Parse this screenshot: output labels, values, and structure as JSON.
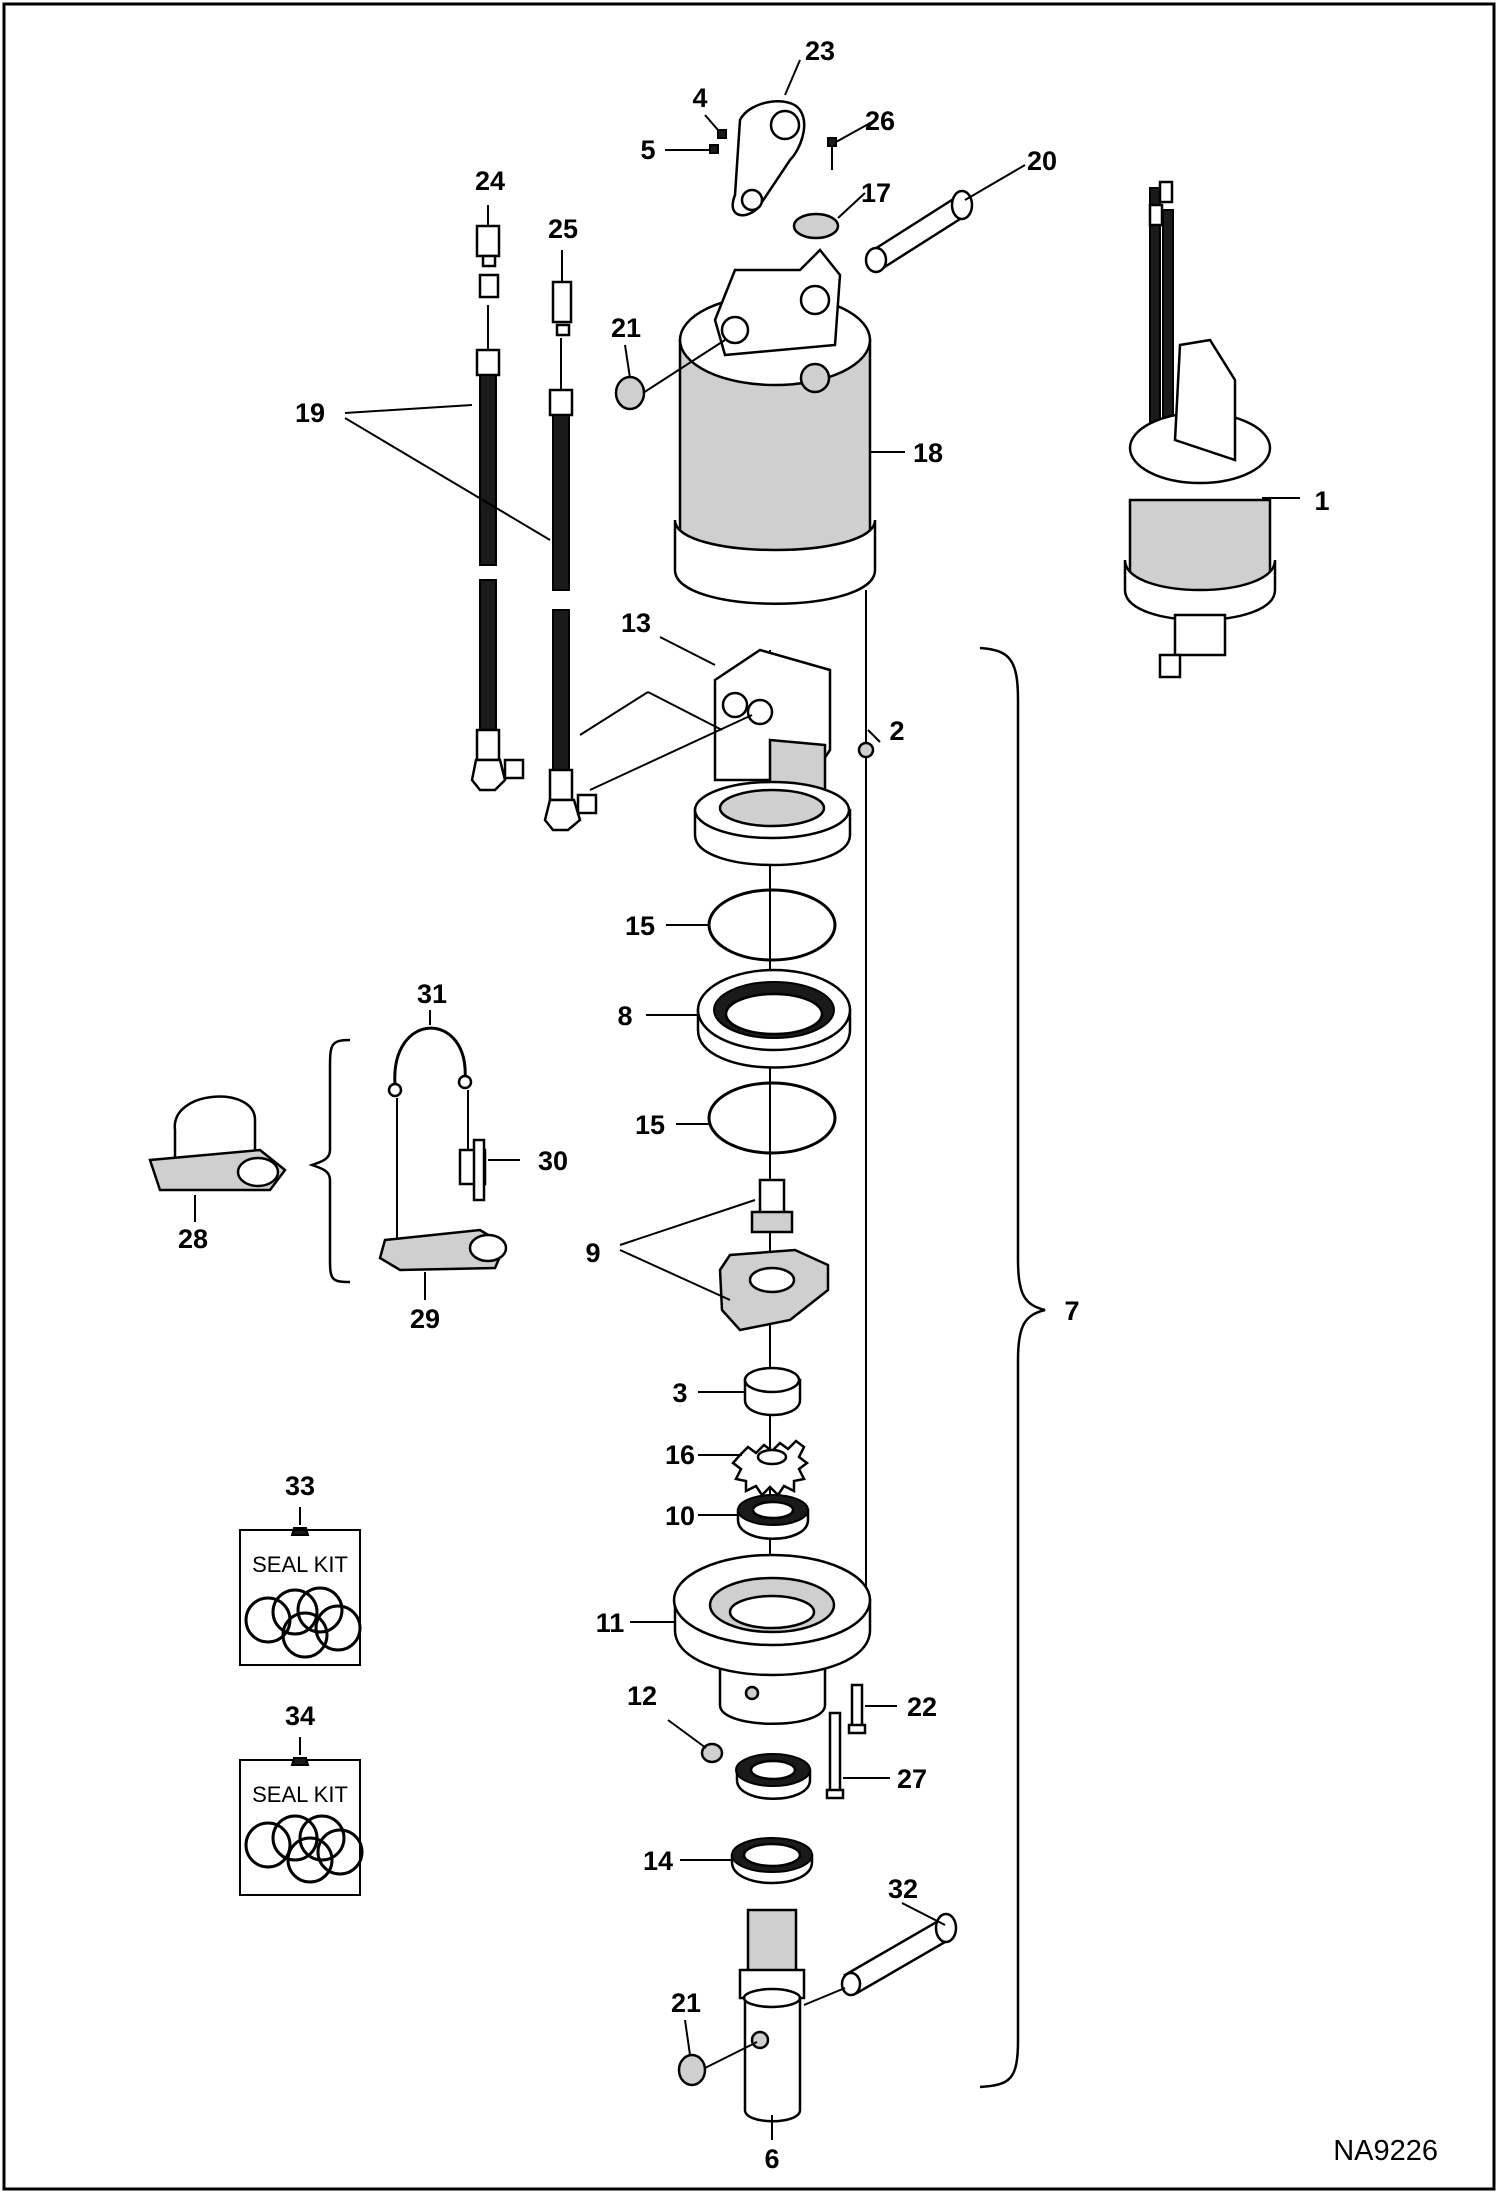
{
  "drawing_code": "NA9226",
  "seal_kit_label": "SEAL KIT",
  "callouts": {
    "c1": "1",
    "c2": "2",
    "c3": "3",
    "c4": "4",
    "c5": "5",
    "c6": "6",
    "c7": "7",
    "c8": "8",
    "c9": "9",
    "c10": "10",
    "c11": "11",
    "c12": "12",
    "c13": "13",
    "c14": "14",
    "c15a": "15",
    "c15b": "15",
    "c16": "16",
    "c17": "17",
    "c18": "18",
    "c19": "19",
    "c20": "20",
    "c21a": "21",
    "c21b": "21",
    "c22": "22",
    "c23": "23",
    "c24": "24",
    "c25": "25",
    "c26": "26",
    "c27": "27",
    "c28": "28",
    "c29": "29",
    "c30": "30",
    "c31": "31",
    "c32": "32",
    "c33": "33",
    "c34": "34"
  }
}
